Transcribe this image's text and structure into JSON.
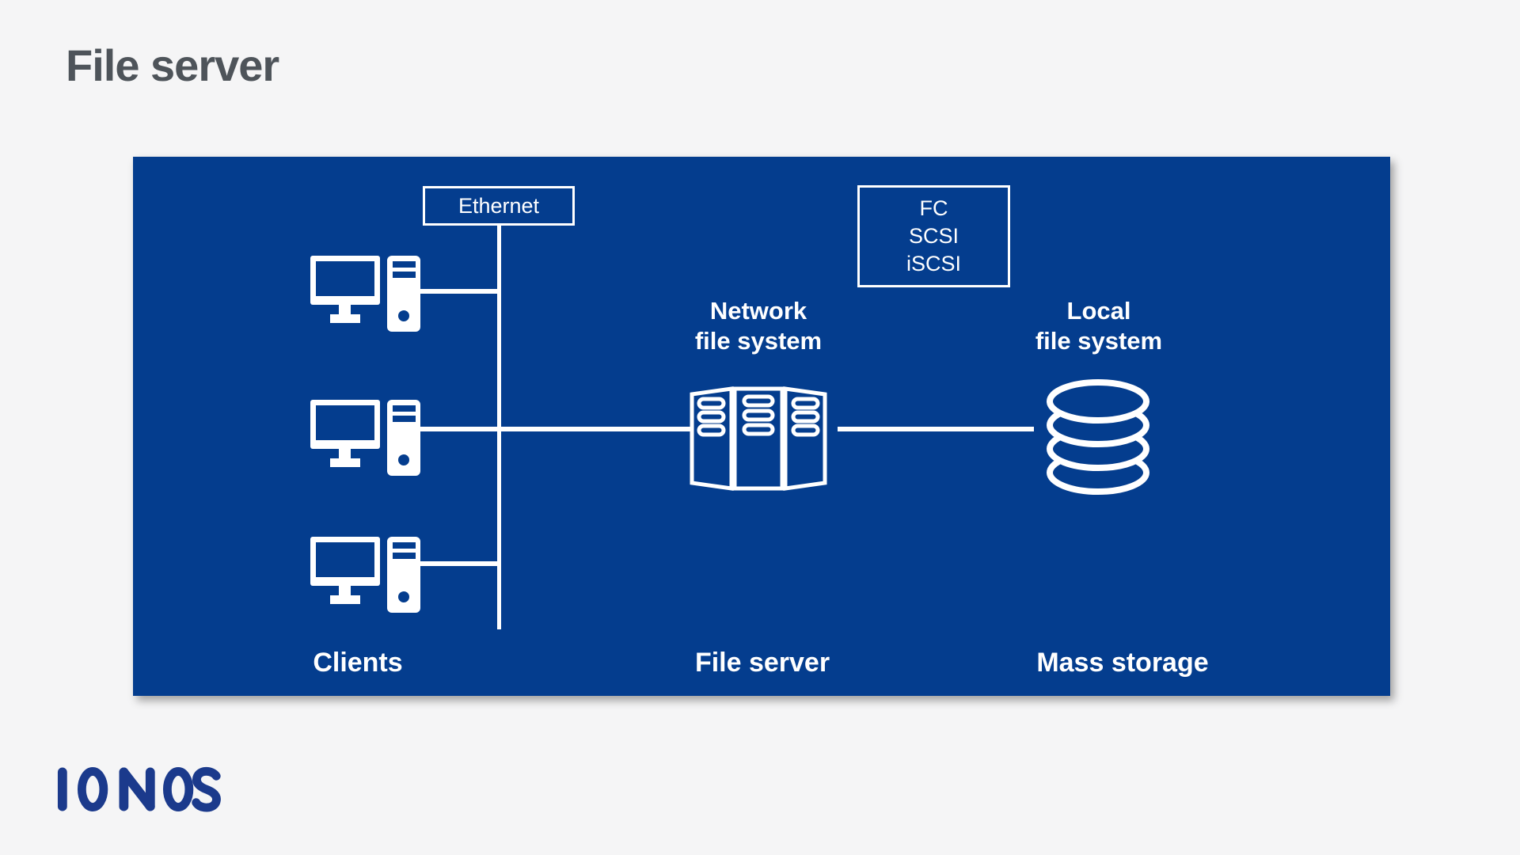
{
  "page": {
    "title": "File server"
  },
  "colors": {
    "panel_blue": "#043d8e",
    "background": "#f5f5f6",
    "title_gray": "#4e545a",
    "logo_blue": "#1b3a8c",
    "white": "#ffffff"
  },
  "diagram": {
    "ethernet_label": "Ethernet",
    "protocol_lines": {
      "line1": "FC",
      "line2": "SCSI",
      "line3": "iSCSI"
    },
    "network_fs": {
      "line1": "Network",
      "line2": "file system"
    },
    "local_fs": {
      "line1": "Local",
      "line2": "file system"
    },
    "bottom_labels": {
      "clients": "Clients",
      "file_server": "File server",
      "mass_storage": "Mass storage"
    },
    "icons": {
      "client": "client-computer-icon",
      "server": "server-rack-icon",
      "storage": "disk-stack-icon"
    }
  },
  "brand": {
    "logo": "IONOS"
  }
}
